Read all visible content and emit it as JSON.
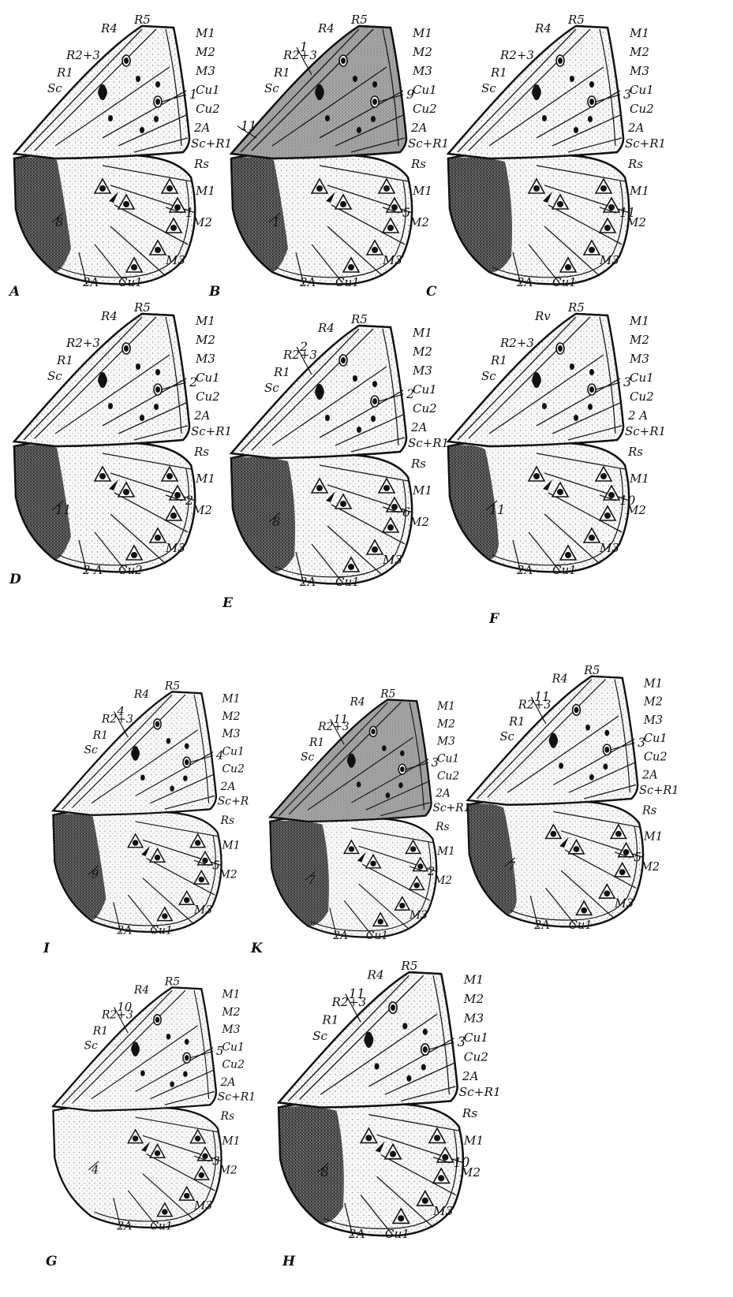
{
  "panels": [
    {
      "letter": "A",
      "labels": [
        "R5",
        "R4",
        "R2+3",
        "R1",
        "Sc",
        "M1",
        "M2",
        "M3",
        "Cu1",
        "Cu2",
        "2A",
        "Sc+R1",
        "Rs",
        "M1",
        "M2",
        "M3",
        "Cu1",
        "2A"
      ],
      "numbers": [
        "1",
        "1",
        "8"
      ]
    },
    {
      "letter": "B",
      "labels": [
        "R5",
        "R4",
        "R2+3",
        "R1",
        "Sc",
        "M1",
        "M2",
        "M3",
        "Cu1",
        "Cu2",
        "2A",
        "Sc+R1",
        "Rs",
        "M1",
        "M2",
        "M3",
        "Cu1",
        "2A"
      ],
      "numbers": [
        "9",
        "5",
        "1",
        "1",
        "11"
      ]
    },
    {
      "letter": "C",
      "labels": [
        "R5",
        "R4",
        "R2+3",
        "R1",
        "Sc",
        "M1",
        "M2",
        "M3",
        "Cu1",
        "Cu2",
        "2A",
        "Sc+R1",
        "Rs",
        "M1",
        "M2",
        "M3",
        "Cu1",
        "2A"
      ],
      "numbers": [
        "3",
        "11"
      ]
    },
    {
      "letter": "D",
      "labels": [
        "R5",
        "R4",
        "R2+3",
        "R1",
        "Sc",
        "M1",
        "M2",
        "M3",
        "Cu1",
        "Cu2",
        "2A",
        "Sc+R1",
        "Rs",
        "M1",
        "M2",
        "M3",
        "Cu2",
        "2 A"
      ],
      "numbers": [
        "2",
        "2",
        "11"
      ]
    },
    {
      "letter": "E",
      "labels": [
        "R5",
        "R4",
        "R2+3",
        "R1",
        "Sc",
        "M1",
        "M2",
        "M3",
        "Cu1",
        "Cu2",
        "2A",
        "Sc+R1",
        "Rs",
        "M1",
        "M2",
        "M3",
        "Cu1",
        "2A"
      ],
      "numbers": [
        "2",
        "6",
        "8",
        "2"
      ]
    },
    {
      "letter": "F",
      "labels": [
        "R5",
        "Rv",
        "R2+3",
        "R1",
        "Sc",
        "M1",
        "M2",
        "M3",
        "Cu1",
        "Cu2",
        "2 A",
        "Sc+R1",
        "Rs",
        "M1",
        "M2",
        "M3",
        "Cu1",
        "2A"
      ],
      "numbers": [
        "3",
        "10",
        "11"
      ]
    },
    {
      "letter": "I",
      "labels": [
        "R5",
        "R4",
        "R2+3",
        "R1",
        "Sc",
        "M1",
        "M2",
        "M3",
        "Cu1",
        "Cu2",
        "2A",
        "Sc+R",
        "Rs",
        "M1",
        "M2",
        "M3",
        "Cu1",
        "2A"
      ],
      "numbers": [
        "4",
        "5",
        "9",
        "4"
      ]
    },
    {
      "letter": "K",
      "labels": [
        "R5",
        "R4",
        "R2+3",
        "R1",
        "Sc",
        "M1",
        "M2",
        "M3",
        "Cu1",
        "Cu2",
        "2A",
        "Sc+R1",
        "Rs",
        "M1",
        "M2",
        "M3",
        "Cu1",
        "2A"
      ],
      "numbers": [
        "3",
        "2",
        "7",
        "11"
      ]
    },
    {
      "letter": "",
      "labels": [
        "R5",
        "R4",
        "R2+3",
        "R1",
        "Sc",
        "M1",
        "M2",
        "M3",
        "Cu1",
        "Cu2",
        "2A",
        "Sc+R1",
        "Rs",
        "M1",
        "M2",
        "M3",
        "Cu1",
        "2A"
      ],
      "numbers": [
        "3",
        "5",
        "7",
        "11"
      ]
    },
    {
      "letter": "G",
      "labels": [
        "R5",
        "R4",
        "R2+3",
        "R1",
        "Sc",
        "M1",
        "M2",
        "M3",
        "Cu1",
        "Cu2",
        "2A",
        "Sc+R1",
        "Rs",
        "M1",
        "M2",
        "M3",
        "Cu1",
        "2A"
      ],
      "numbers": [
        "5",
        "3",
        "4",
        "10"
      ]
    },
    {
      "letter": "H",
      "labels": [
        "R5",
        "R4",
        "R2+3",
        "R1",
        "Sc",
        "M1",
        "M2",
        "M3",
        "Cu1",
        "Cu2",
        "2A",
        "Sc+R1",
        "Rs",
        "M1",
        "M2",
        "M3",
        "Cu1",
        "2A"
      ],
      "numbers": [
        "3",
        "10",
        "8",
        "11"
      ]
    }
  ]
}
